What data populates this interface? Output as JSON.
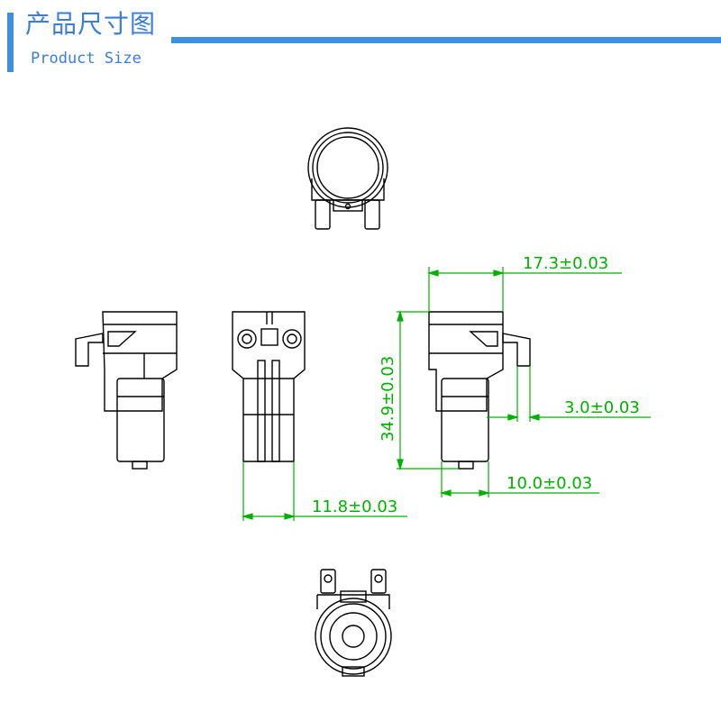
{
  "header": {
    "title_cn": "产品尺寸图",
    "title_en": "Product Size",
    "accent_color": "#3d8fe0",
    "text_color": "#3b7dd8"
  },
  "dimensions": {
    "width_top": "17.3±0.03",
    "height": "34.9±0.03",
    "tab_offset": "3.0±0.03",
    "base_width": "10.0±0.03",
    "side_width": "11.8±0.03",
    "color": "#00b000"
  },
  "views": [
    "top-view",
    "left-side-view",
    "front-view",
    "right-side-view",
    "bottom-view"
  ]
}
